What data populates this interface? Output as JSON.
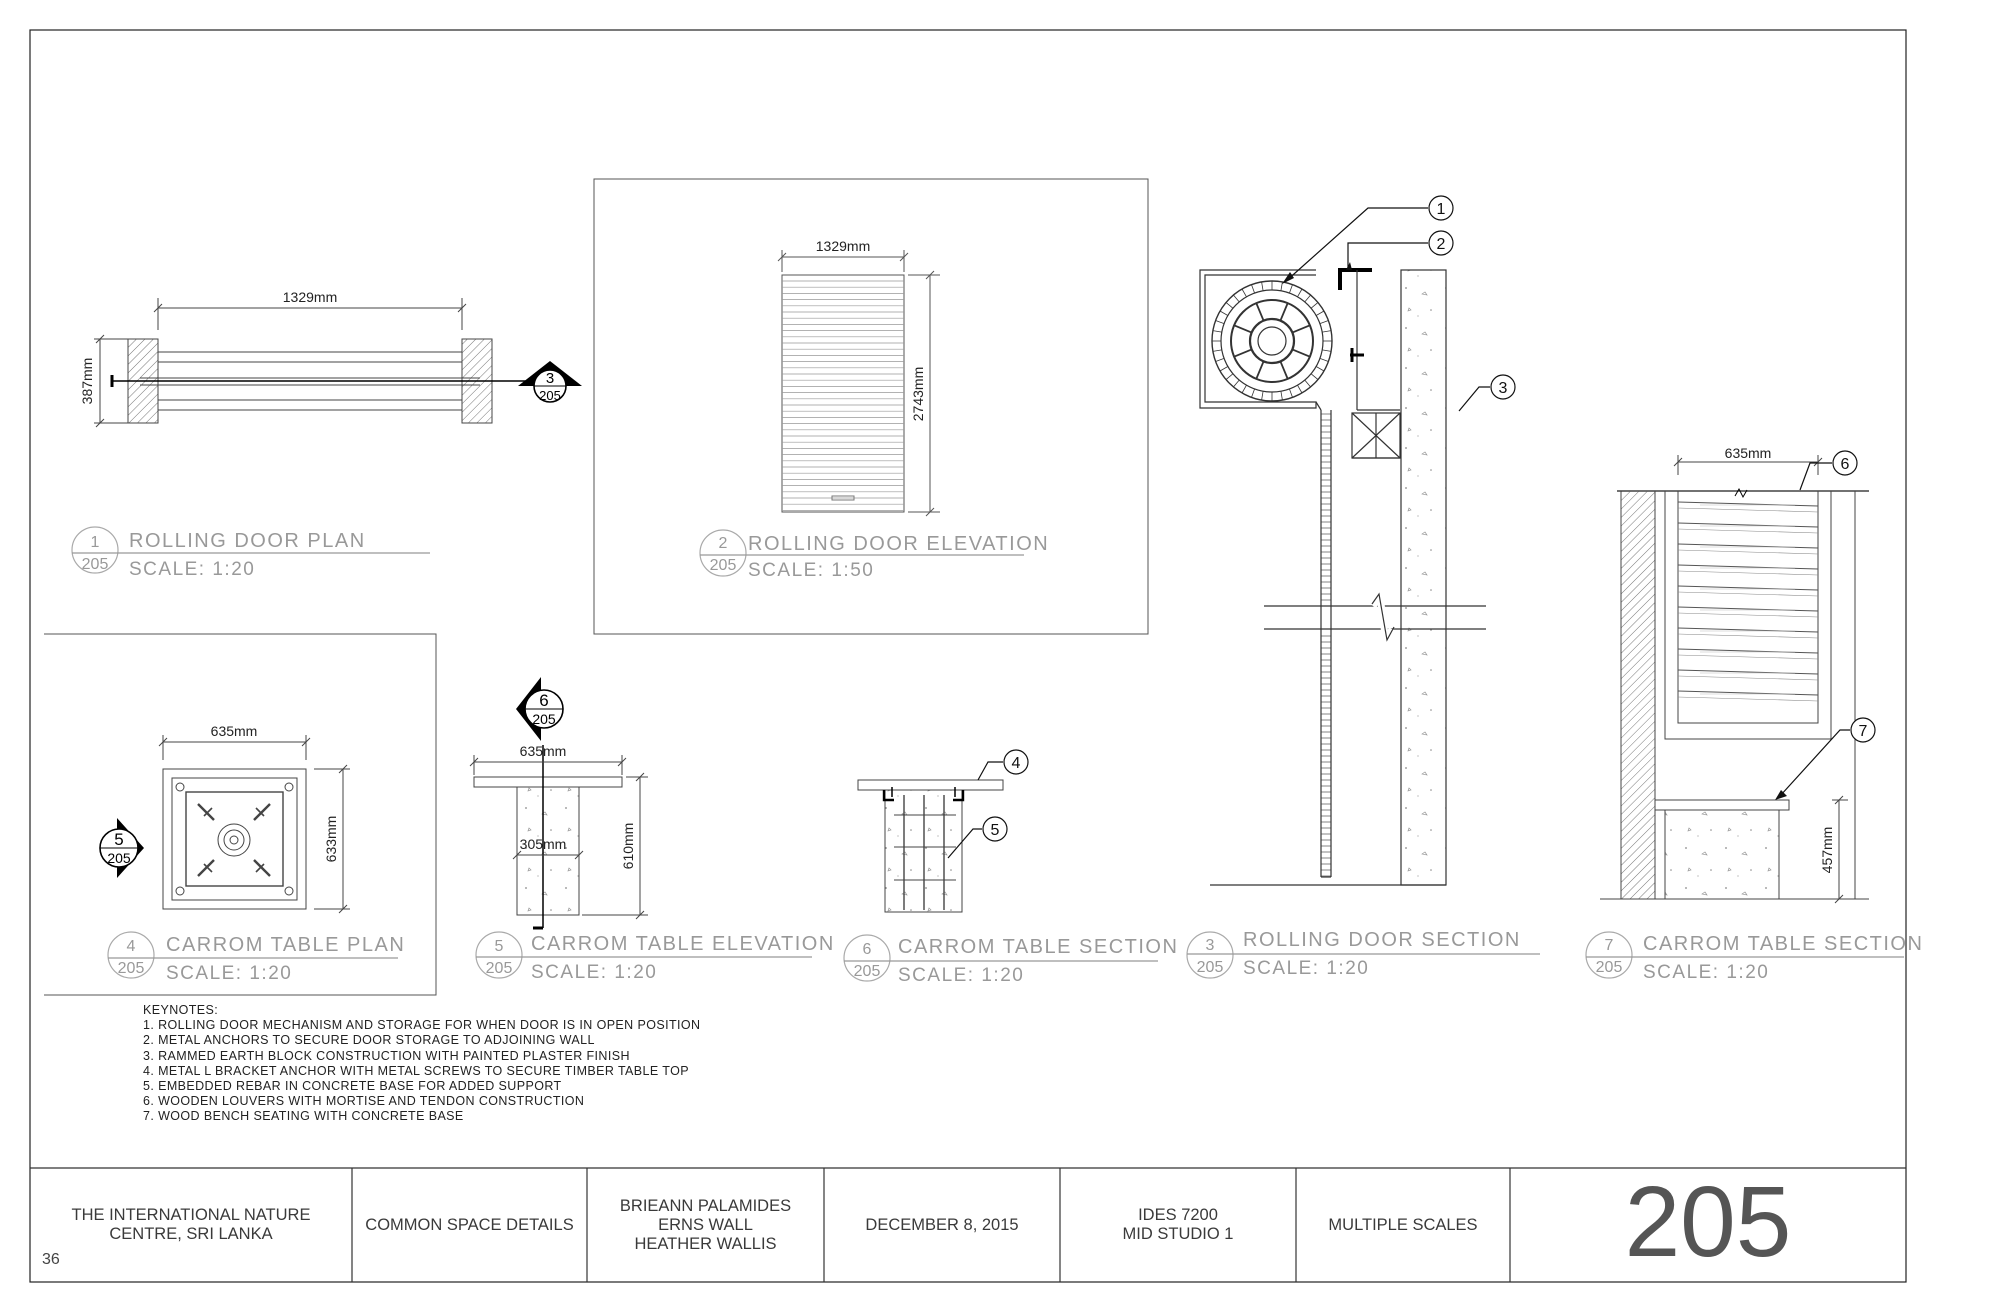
{
  "drawings": {
    "d1": {
      "num": "1",
      "sheet": "205",
      "title": "ROLLING DOOR PLAN",
      "scale": "SCALE:  1:20",
      "dims": {
        "width": "1329mm",
        "height": "387mm"
      }
    },
    "d2": {
      "num": "2",
      "sheet": "205",
      "title": "ROLLING DOOR ELEVATION",
      "scale": "SCALE:  1:50",
      "dims": {
        "width": "1329mm",
        "height": "2743mm"
      }
    },
    "d3": {
      "num": "3",
      "sheet": "205",
      "title": "ROLLING DOOR SECTION",
      "scale": "SCALE:  1:20"
    },
    "d4": {
      "num": "4",
      "sheet": "205",
      "title": "CARROM TABLE PLAN",
      "scale": "SCALE:  1:20",
      "dims": {
        "width": "635mm",
        "height": "633mm"
      }
    },
    "d5": {
      "num": "5",
      "sheet": "205",
      "title": "CARROM TABLE ELEVATION",
      "scale": "SCALE:  1:20",
      "dims": {
        "width": "635mm",
        "base": "305mm",
        "height": "610mm"
      }
    },
    "d6": {
      "num": "6",
      "sheet": "205",
      "title": "CARROM TABLE SECTION",
      "scale": "SCALE:  1:20"
    },
    "d7": {
      "num": "7",
      "sheet": "205",
      "title": "CARROM TABLE SECTION",
      "scale": "SCALE:  1:20",
      "dims": {
        "width": "635mm",
        "height": "457mm"
      }
    }
  },
  "section_markers": {
    "m3": {
      "num": "3",
      "sheet": "205"
    },
    "m5": {
      "num": "5",
      "sheet": "205"
    },
    "m6": {
      "num": "6",
      "sheet": "205"
    }
  },
  "callouts": [
    "1",
    "2",
    "3",
    "4",
    "5",
    "6",
    "7"
  ],
  "keynotes": {
    "heading": "KEYNOTES:",
    "items": [
      "1. ROLLING DOOR MECHANISM AND STORAGE FOR WHEN DOOR IS IN OPEN POSITION",
      "2. METAL ANCHORS TO SECURE DOOR STORAGE TO ADJOINING WALL",
      "3. RAMMED EARTH BLOCK CONSTRUCTION WITH PAINTED PLASTER FINISH",
      "4. METAL L BRACKET ANCHOR WITH METAL SCREWS TO SECURE TIMBER TABLE TOP",
      "5. EMBEDDED REBAR IN CONCRETE BASE FOR ADDED SUPPORT",
      "6. WOODEN LOUVERS WITH MORTISE AND TENDON CONSTRUCTION",
      "7. WOOD BENCH SEATING WITH CONCRETE BASE"
    ]
  },
  "title_block": {
    "project": [
      "THE INTERNATIONAL NATURE",
      "CENTRE, SRI LANKA"
    ],
    "sheet_title": "COMMON SPACE DETAILS",
    "authors": [
      "BRIEANN PALAMIDES",
      "ERNS WALL",
      "HEATHER WALLIS"
    ],
    "date": "DECEMBER 8, 2015",
    "course": [
      "IDES 7200",
      "MID STUDIO 1"
    ],
    "scale": "MULTIPLE SCALES",
    "sheet_number": "205",
    "page": "36"
  }
}
